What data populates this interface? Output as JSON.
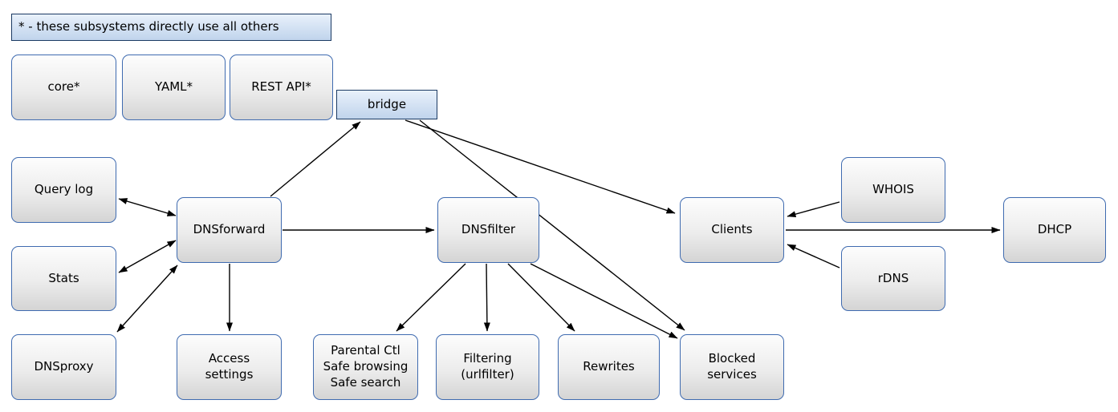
{
  "diagram": {
    "legend": "* - these subsystems directly use all others",
    "nodes": {
      "core": {
        "label": "core*"
      },
      "yaml": {
        "label": "YAML*"
      },
      "restapi": {
        "label": "REST API*"
      },
      "bridge": {
        "label": "bridge"
      },
      "querylog": {
        "label": "Query log"
      },
      "stats": {
        "label": "Stats"
      },
      "dnsproxy": {
        "label": "DNSproxy"
      },
      "dnsforward": {
        "label": "DNSforward"
      },
      "accesssettings": {
        "label": "Access\nsettings"
      },
      "dnsfilter": {
        "label": "DNSfilter"
      },
      "parental": {
        "label": "Parental Ctl\nSafe browsing\nSafe search"
      },
      "filtering": {
        "label": "Filtering\n(urlfilter)"
      },
      "rewrites": {
        "label": "Rewrites"
      },
      "blockedservices": {
        "label": "Blocked\nservices"
      },
      "clients": {
        "label": "Clients"
      },
      "whois": {
        "label": "WHOIS"
      },
      "rdns": {
        "label": "rDNS"
      },
      "dhcp": {
        "label": "DHCP"
      }
    },
    "edges": [
      {
        "from": "dnsforward",
        "to": "bridge",
        "dir": "forward"
      },
      {
        "from": "bridge",
        "to": "clients",
        "dir": "forward"
      },
      {
        "from": "bridge",
        "to": "blockedservices",
        "dir": "forward"
      },
      {
        "from": "dnsforward",
        "to": "dnsfilter",
        "dir": "forward"
      },
      {
        "from": "dnsforward",
        "to": "querylog",
        "dir": "both"
      },
      {
        "from": "dnsforward",
        "to": "stats",
        "dir": "both"
      },
      {
        "from": "dnsforward",
        "to": "dnsproxy",
        "dir": "both"
      },
      {
        "from": "dnsforward",
        "to": "accesssettings",
        "dir": "forward"
      },
      {
        "from": "dnsfilter",
        "to": "parental",
        "dir": "forward"
      },
      {
        "from": "dnsfilter",
        "to": "filtering",
        "dir": "forward"
      },
      {
        "from": "dnsfilter",
        "to": "rewrites",
        "dir": "forward"
      },
      {
        "from": "dnsfilter",
        "to": "blockedservices",
        "dir": "forward"
      },
      {
        "from": "whois",
        "to": "clients",
        "dir": "forward"
      },
      {
        "from": "rdns",
        "to": "clients",
        "dir": "forward"
      },
      {
        "from": "clients",
        "to": "dhcp",
        "dir": "forward"
      }
    ],
    "colors": {
      "node_border": "#3f6bb0",
      "blue_border": "#1b3a63",
      "blue_fill": "#c6d9f0",
      "gray_fill": "#e3e3e3",
      "edge": "#000000"
    }
  }
}
